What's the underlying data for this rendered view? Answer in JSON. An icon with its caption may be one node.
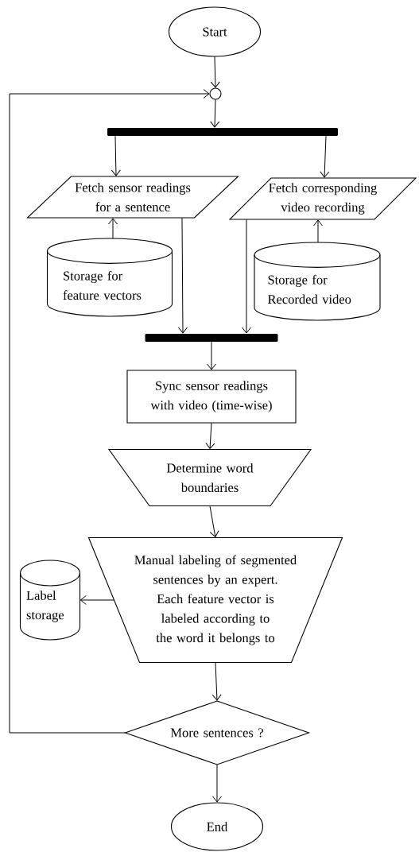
{
  "diagram": {
    "nodes": [
      {
        "text": [
          "Start"
        ]
      },
      {
        "text": [],
        "shape": "circle"
      },
      {
        "text": [],
        "shape": "bar"
      },
      {
        "text": [
          "Fetch sensor readings for a sentence"
        ]
      },
      {
        "text": [
          "Fetch corresponding video recording"
        ]
      },
      {
        "text": [
          "Storage for feature vectors"
        ]
      },
      {
        "text": [
          "Storage for Recorded video"
        ]
      },
      {
        "text": [],
        "shape": "bar"
      },
      {
        "text": [
          "Sync sensor readings with video (time-wise)"
        ]
      },
      {
        "text": [
          "Determine word boundaries"
        ]
      },
      {
        "text": [
          "Manual labeling of segmented sentences by an expert. Each feature vector is labeled according to the word it belongs to"
        ]
      },
      {
        "text": [
          "Label storage"
        ]
      },
      {
        "text": [
          "More sentences ?"
        ]
      },
      {
        "text": [
          "End"
        ]
      }
    ],
    "edges": [
      {
        "from": 0,
        "to": 1,
        "arrow": "to"
      },
      {
        "from": 1,
        "to": 2,
        "arrow": "to"
      },
      {
        "from": 2,
        "to": 3,
        "arrow": "to"
      },
      {
        "from": 2,
        "to": 4,
        "arrow": "to"
      },
      {
        "from": 5,
        "to": 3,
        "arrow": "to"
      },
      {
        "from": 6,
        "to": 4,
        "arrow": "to"
      },
      {
        "from": 3,
        "to": 7,
        "arrow": "to"
      },
      {
        "from": 4,
        "to": 7,
        "arrow": "to"
      },
      {
        "from": 7,
        "to": 8,
        "arrow": "to"
      },
      {
        "from": 8,
        "to": 9,
        "arrow": "to"
      },
      {
        "from": 9,
        "to": 10,
        "arrow": "to"
      },
      {
        "from": 10,
        "to": 11,
        "arrow": "to"
      },
      {
        "from": 10,
        "to": 12,
        "arrow": "to"
      },
      {
        "from": 12,
        "to": 1,
        "arrow": "to"
      },
      {
        "from": 12,
        "to": 13,
        "arrow": "to"
      }
    ]
  }
}
